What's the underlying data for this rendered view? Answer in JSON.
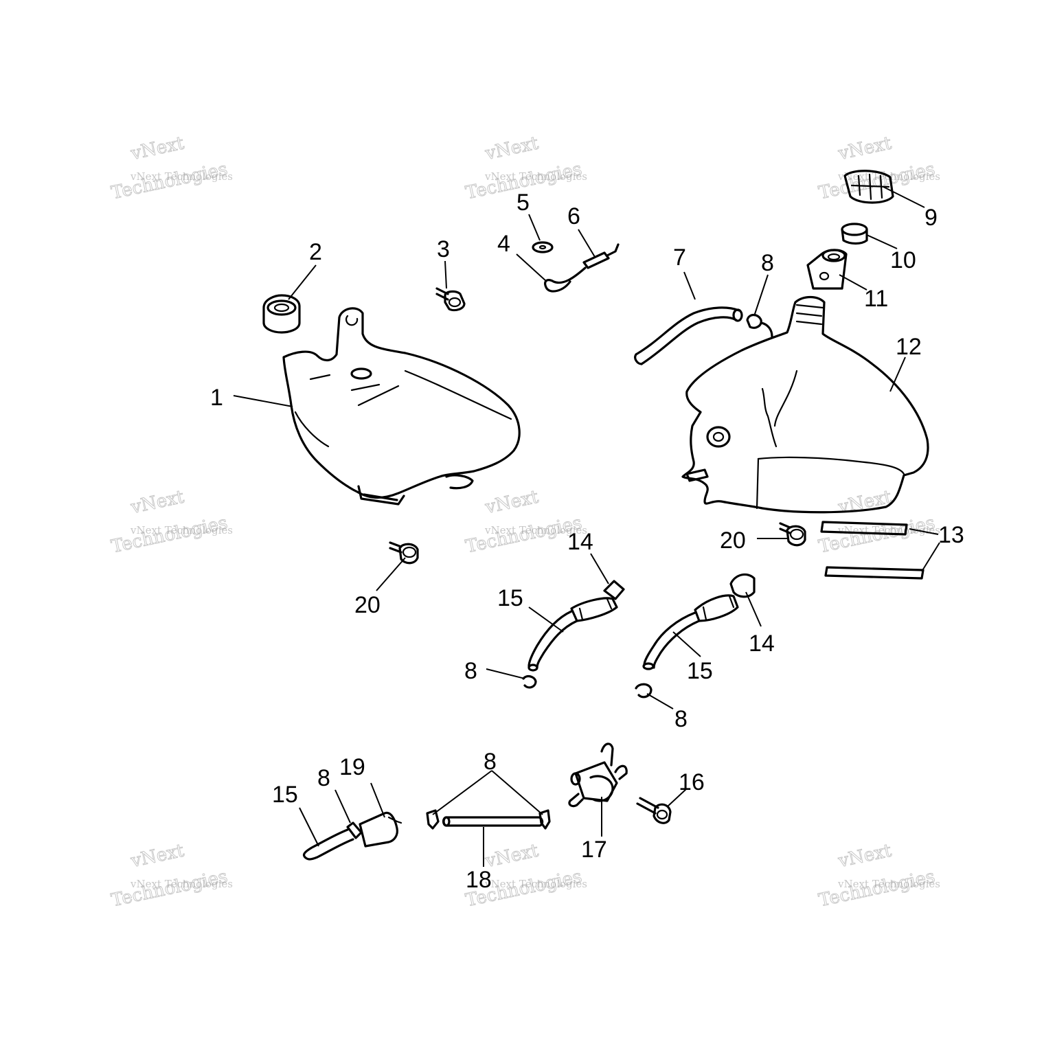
{
  "watermark": {
    "line1": "vNext",
    "line2": "vNext Technologies",
    "line3": "Technologies"
  },
  "callouts": {
    "c1": "1",
    "c2": "2",
    "c3": "3",
    "c4": "4",
    "c5": "5",
    "c6": "6",
    "c7": "7",
    "c8a": "8",
    "c8b": "8",
    "c8c": "8",
    "c8d": "8",
    "c8e": "8",
    "c9": "9",
    "c10": "10",
    "c11": "11",
    "c12": "12",
    "c13": "13",
    "c14a": "14",
    "c14b": "14",
    "c15a": "15",
    "c15b": "15",
    "c15c": "15",
    "c16": "16",
    "c17": "17",
    "c18": "18",
    "c19": "19",
    "c20a": "20",
    "c20b": "20"
  }
}
